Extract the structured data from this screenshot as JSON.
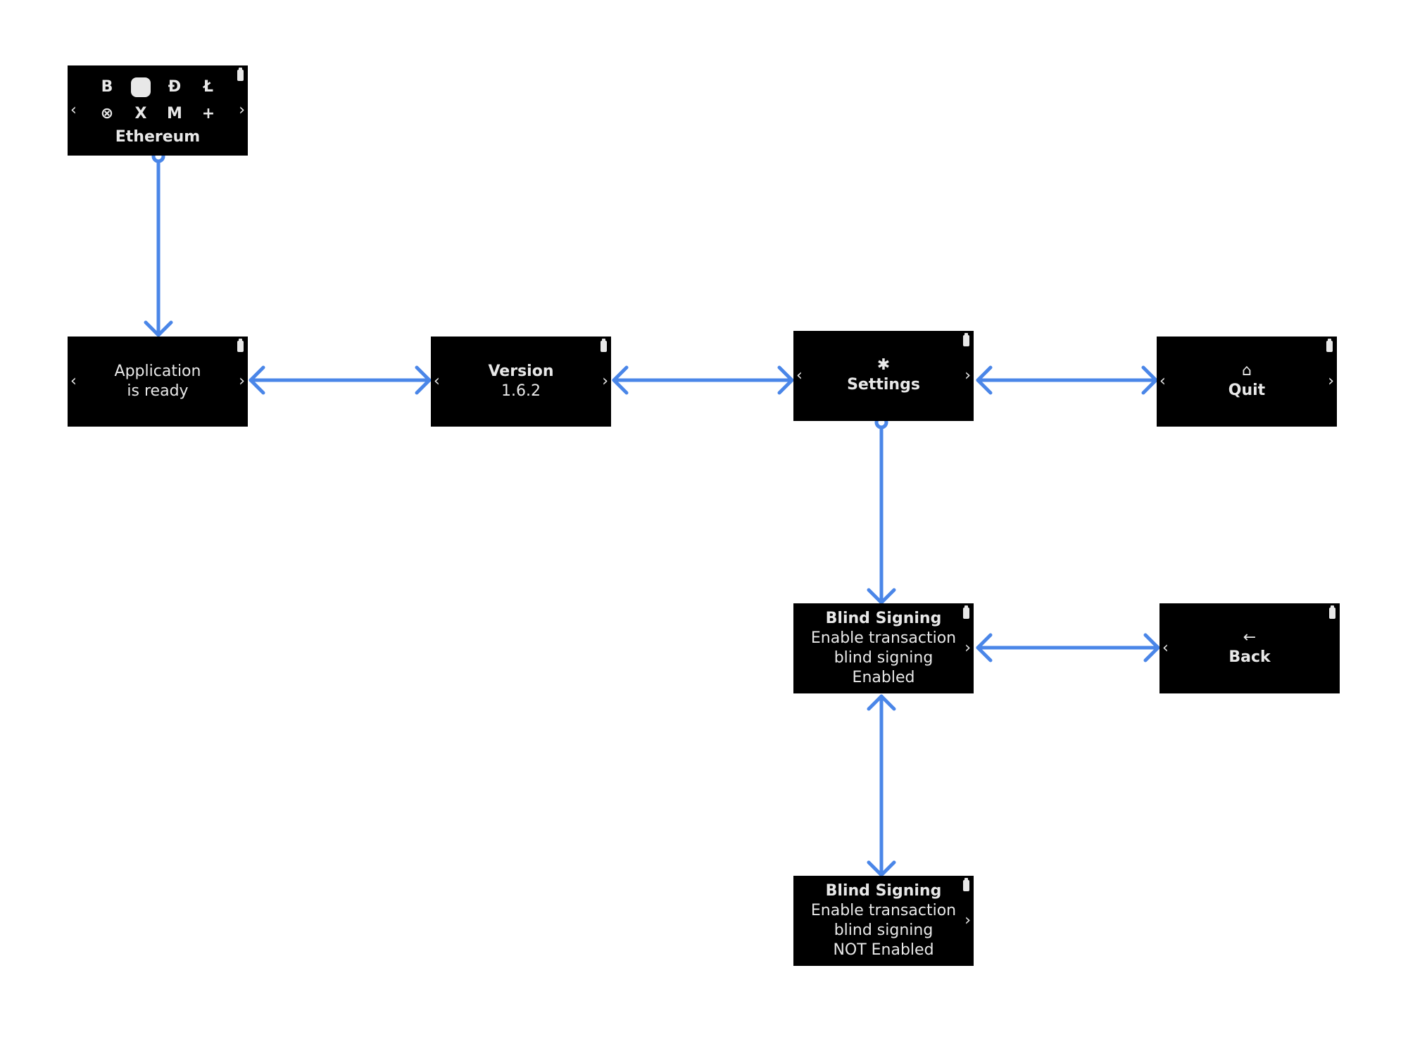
{
  "colors": {
    "screen_bg": "#000000",
    "screen_text": "#e8e8e8",
    "arrow": "#4a86e8",
    "page_bg": "#ffffff"
  },
  "dashboard": {
    "app_name": "Ethereum",
    "coins": [
      "B",
      "",
      "Đ",
      "Ł",
      "⊗",
      "X",
      "M",
      "+"
    ],
    "coin_icons": [
      "bitcoin-icon",
      "ethereum-selected-icon",
      "dogecoin-icon",
      "litecoin-icon",
      "xrp-icon",
      "xmr-icon",
      "monero-icon",
      "add-app-icon"
    ]
  },
  "screens": {
    "ready": {
      "line1": "Application",
      "line2": "is ready"
    },
    "version": {
      "title": "Version",
      "value": "1.6.2"
    },
    "settings": {
      "icon": "✱",
      "icon_name": "gear-icon",
      "label": "Settings"
    },
    "quit": {
      "icon": "⌂",
      "icon_name": "home-icon",
      "label": "Quit"
    },
    "blind_enabled": {
      "title": "Blind Signing",
      "line1": "Enable transaction",
      "line2": "blind signing",
      "status": "Enabled"
    },
    "back": {
      "icon": "←",
      "icon_name": "back-arrow-icon",
      "label": "Back"
    },
    "blind_disabled": {
      "title": "Blind Signing",
      "line1": "Enable transaction",
      "line2": "blind signing",
      "status": "NOT Enabled"
    }
  },
  "glyphs": {
    "chevron_left": "‹",
    "chevron_right": "›"
  }
}
